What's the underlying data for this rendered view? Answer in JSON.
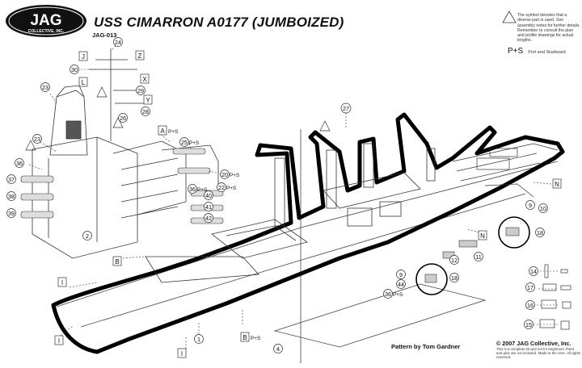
{
  "logo": {
    "brand": "JAG",
    "subtitle": "COLLECTIVE, INC."
  },
  "title": "USS CIMARRON A0177 (JUMBOIZED)",
  "model_code": "JAG-013",
  "symbol_note": "The symbol denotes that a diverse part is used. See assembly notes for further details. Remember to consult the plan and profile drawings for actual lengths.",
  "ps_key": {
    "symbol": "P+S",
    "meaning": "Port and Starboard"
  },
  "pattern_credit": "Pattern by Tom Gardner",
  "copyright": "© 2007 JAG Collective, Inc.",
  "copyright_note": "This is a complete kit and not for beginners. Paint and glue are not included. Made in the USA. All rights reserved.",
  "callouts": {
    "n1": "1",
    "n2": "2",
    "n4": "4",
    "n9": "9",
    "n10": "10",
    "n11": "11",
    "n12": "12",
    "n14": "14",
    "n15": "15",
    "n16": "16",
    "n17": "17",
    "n18": "18",
    "n20": "20",
    "n22": "22",
    "n23": "23",
    "n24": "24",
    "n25": "25",
    "n26": "26",
    "n27": "27",
    "n28": "28",
    "n29": "29",
    "n30": "30",
    "n36": "36",
    "n37": "37",
    "n38": "38",
    "n39": "39",
    "n40": "40",
    "n41": "41",
    "n42": "42",
    "n44": "44"
  },
  "letters": {
    "A": "A",
    "B": "B",
    "I": "I",
    "J": "J",
    "L": "L",
    "N": "N",
    "X": "X",
    "Y": "Y",
    "Z": "Z"
  },
  "suffixes": {
    "ps": "P+S"
  }
}
